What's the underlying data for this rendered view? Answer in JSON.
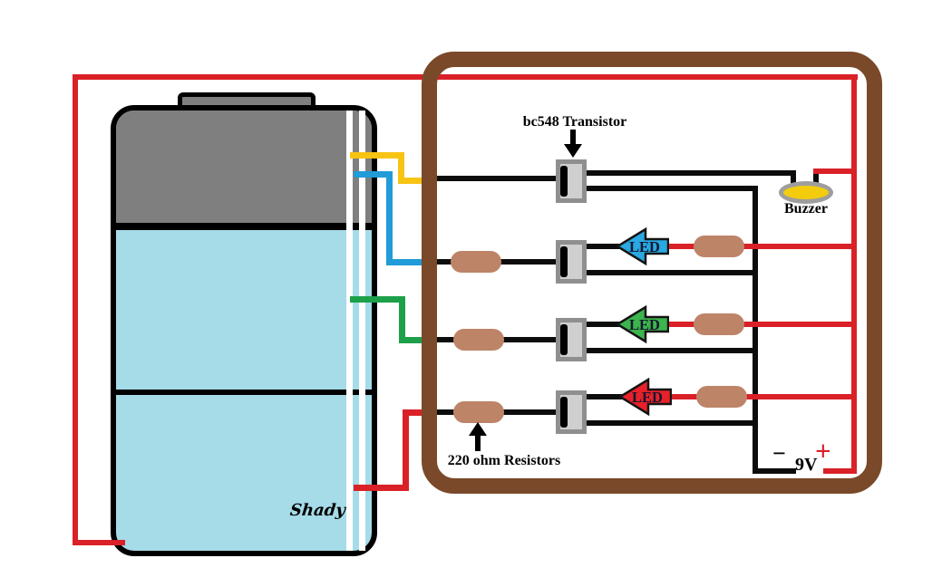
{
  "diagram": {
    "labels": {
      "transistor": "bc548 Transistor",
      "resistors": "220 ohm Resistors",
      "buzzer": "Buzzer",
      "battery_minus": "−",
      "battery_voltage": "9V",
      "battery_plus": "+",
      "signature": "Shady"
    },
    "leds": [
      {
        "name": "blue-led",
        "label": "LED"
      },
      {
        "name": "green-led",
        "label": "LED"
      },
      {
        "name": "red-led",
        "label": "LED"
      }
    ],
    "colors": {
      "wire_red": "#d92127",
      "wire_yellow": "#f7c414",
      "wire_blue": "#219cd8",
      "wire_green": "#1da04a",
      "wire_black": "#0c0c0c",
      "board_brown": "#7a4929",
      "resistor_tan": "#bd8468",
      "led_blue": "#29a8e1",
      "led_green": "#3cb54c",
      "led_red": "#e62129",
      "led_text": "#161630",
      "buzzer_yellow": "#f2cc0d",
      "buzzer_ring": "#9e9e9e",
      "tank_gray": "#7f7f7f",
      "tank_water": "#a6dbe8",
      "transistor_fill": "#cfcfcf",
      "transistor_edge": "#8f8f8f"
    }
  }
}
